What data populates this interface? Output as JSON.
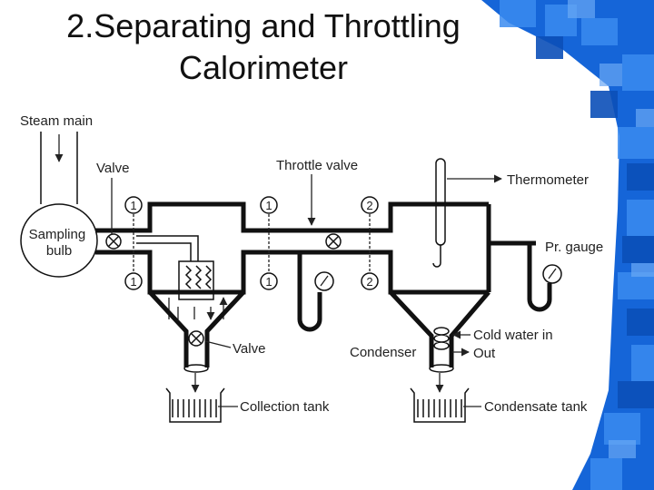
{
  "slide": {
    "title_line1": "2.Separating and Throttling",
    "title_line2": "Calorimeter"
  },
  "diagram": {
    "labels": {
      "steam_main": "Steam main",
      "valve_top": "Valve",
      "sampling_bulb_line1": "Sampling",
      "sampling_bulb_line2": "bulb",
      "throttle_valve": "Throttle valve",
      "thermometer": "Thermometer",
      "pr_gauge": "Pr. gauge",
      "valve_bottom": "Valve",
      "cold_water_in": "Cold water in",
      "out": "Out",
      "condenser": "Condenser",
      "collection_tank": "Collection tank",
      "condensate_tank": "Condensate tank"
    },
    "station_numbers": [
      "1",
      "1",
      "2",
      "1",
      "1",
      "2"
    ]
  },
  "colors": {
    "background": "#ffffff",
    "line": "#111111",
    "accent_blue": "#1565d8",
    "accent_light_blue": "#3a8bf0"
  }
}
